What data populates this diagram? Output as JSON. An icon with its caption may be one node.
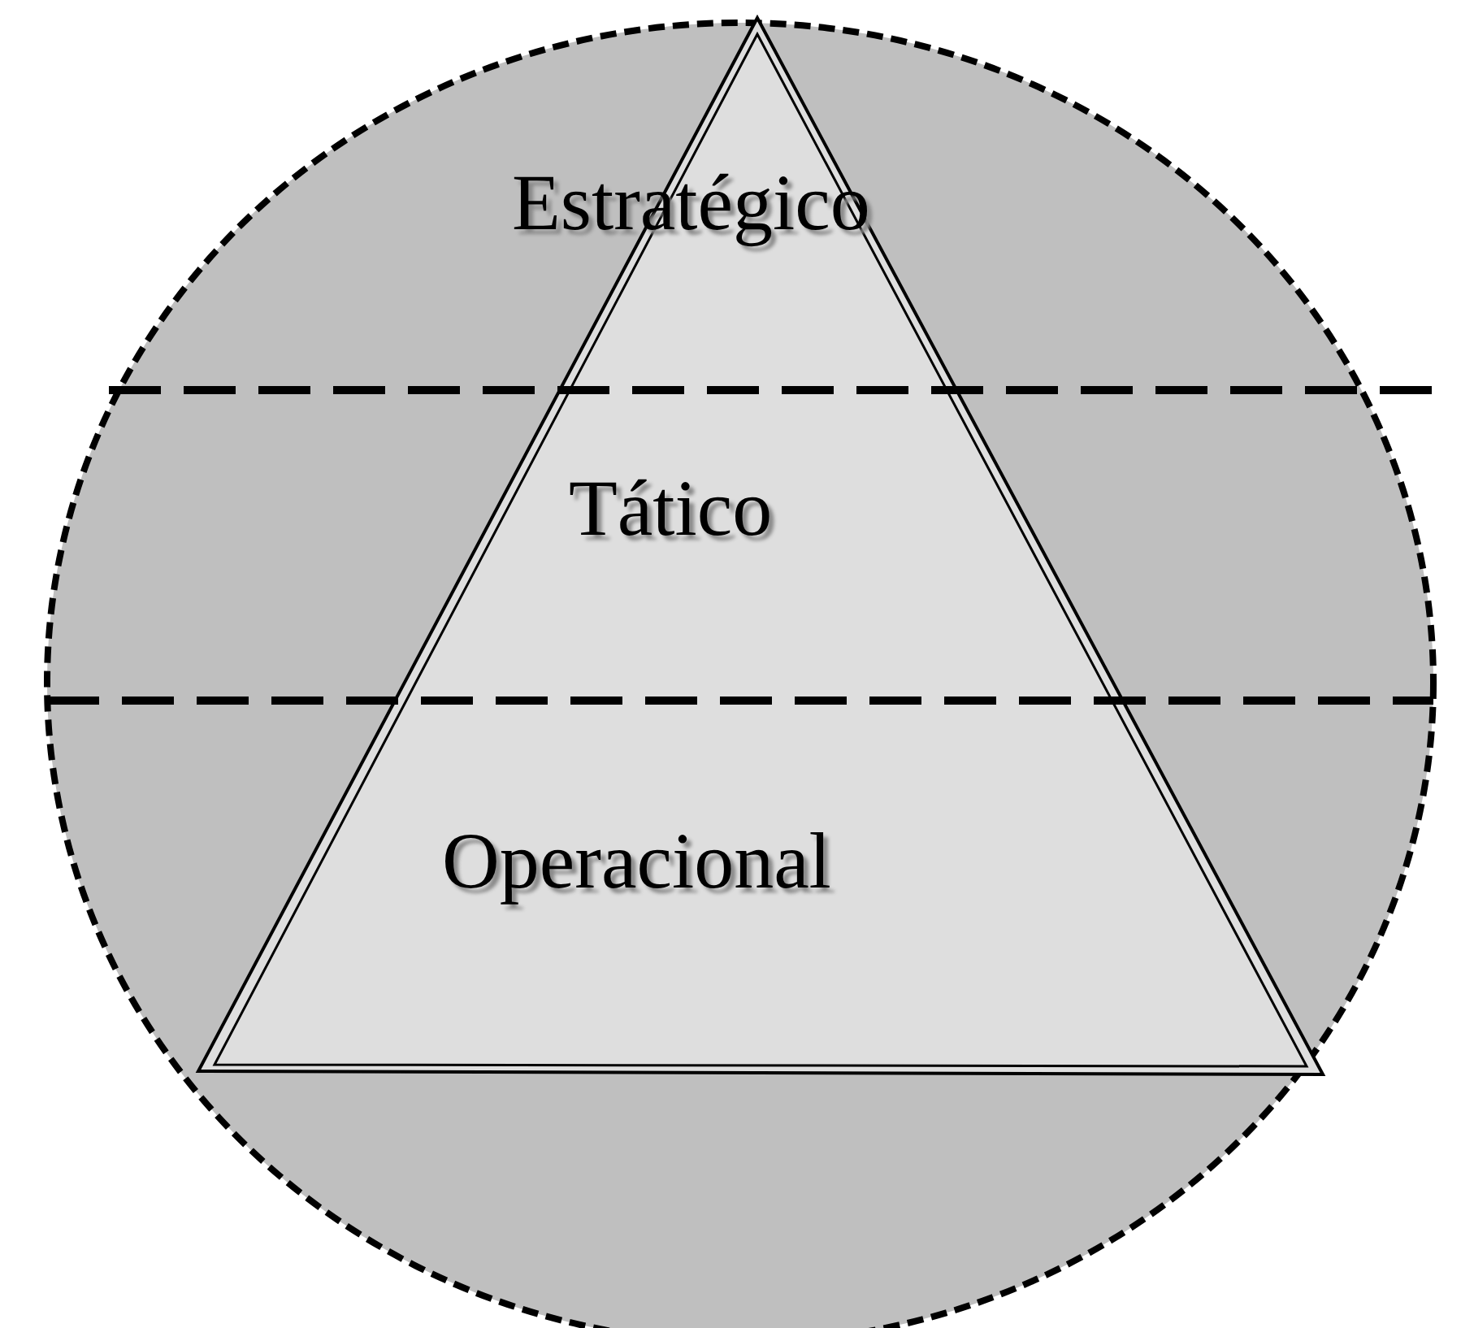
{
  "diagram": {
    "nodes": [
      {
        "text": [],
        "shape": "circle"
      },
      {
        "text": [
          "Estratégico",
          "Tático",
          "Operacional"
        ],
        "in": 0
      }
    ]
  }
}
